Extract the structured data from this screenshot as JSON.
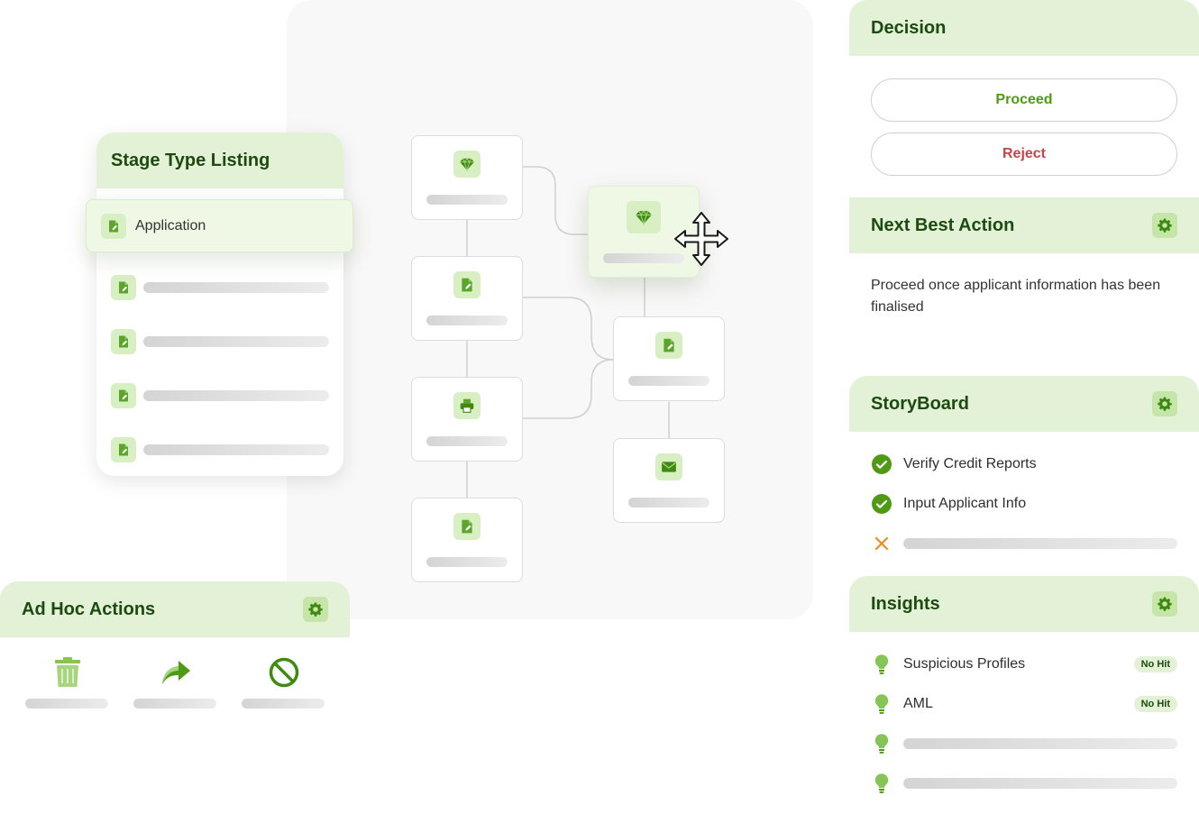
{
  "stage_listing": {
    "title": "Stage Type Listing",
    "selected_item": "Application",
    "placeholder_rows": 4
  },
  "decision": {
    "title": "Decision",
    "proceed_label": "Proceed",
    "reject_label": "Reject"
  },
  "next_best_action": {
    "title": "Next Best Action",
    "text": "Proceed once applicant information has been finalised"
  },
  "storyboard": {
    "title": "StoryBoard",
    "items": [
      {
        "label": "Verify Credit Reports",
        "status": "done"
      },
      {
        "label": "Input Applicant Info",
        "status": "done"
      },
      {
        "label": "",
        "status": "failed"
      }
    ]
  },
  "insights": {
    "title": "Insights",
    "items": [
      {
        "label": "Suspicious Profiles",
        "badge": "No Hit"
      },
      {
        "label": "AML",
        "badge": "No Hit"
      },
      {
        "label": "",
        "badge": ""
      },
      {
        "label": "",
        "badge": ""
      }
    ]
  },
  "ad_hoc": {
    "title": "Ad Hoc Actions",
    "actions": [
      {
        "icon": "trash-icon"
      },
      {
        "icon": "forward-icon"
      },
      {
        "icon": "block-icon"
      }
    ]
  },
  "colors": {
    "brand_green": "#4f9a14",
    "header_bg": "#e3f2d6",
    "reject_red": "#c8454b",
    "fail_orange": "#f08a24"
  }
}
